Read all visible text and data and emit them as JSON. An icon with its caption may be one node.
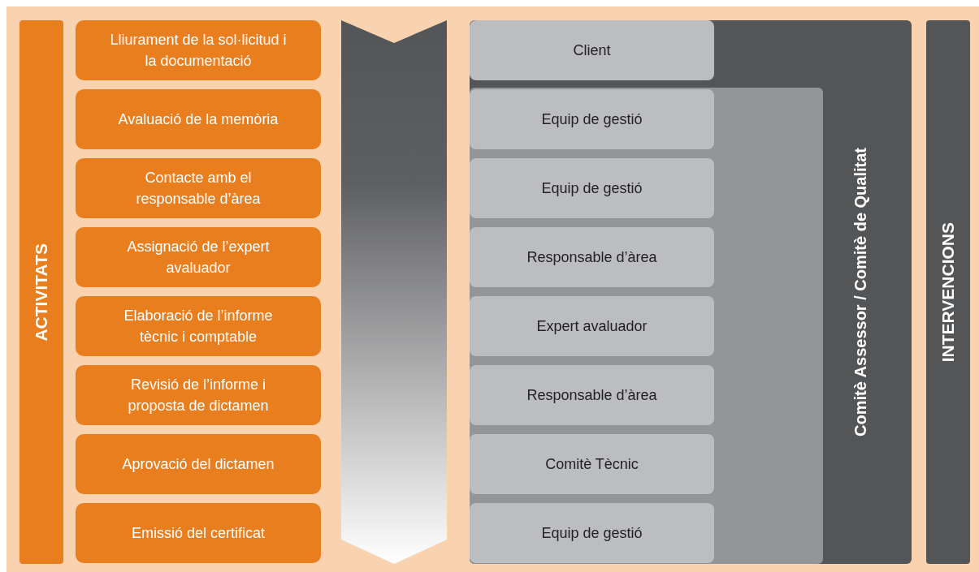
{
  "diagram": {
    "nodes": [
      {
        "text": [
          "ACTIVITATS"
        ]
      },
      {
        "text": [
          "Lliurament de la sol·licitud i la documentació"
        ]
      },
      {
        "text": [
          "Avaluació de la memòria"
        ]
      },
      {
        "text": [
          "Contacte amb el responsable d’àrea"
        ]
      },
      {
        "text": [
          "Assignació de l’expert avaluador"
        ]
      },
      {
        "text": [
          "Elaboració de l’informe tècnic i comptable"
        ]
      },
      {
        "text": [
          "Revisió de l’informe i proposta de dictamen"
        ]
      },
      {
        "text": [
          "Aprovació del dictamen"
        ]
      },
      {
        "text": [
          "Emissió del certificat"
        ]
      },
      {
        "text": [
          "Comitè Assessor / Comitè de Qualitat"
        ]
      },
      {
        "text": [
          "Client"
        ],
        "in": 9
      },
      {
        "text": [],
        "shape": "box",
        "in": 9
      },
      {
        "text": [
          "Equip de gestió"
        ],
        "in": 11
      },
      {
        "text": [
          "Equip de gestió"
        ],
        "in": 11
      },
      {
        "text": [
          "Responsable d’àrea"
        ],
        "in": 11
      },
      {
        "text": [
          "Expert avaluador"
        ],
        "in": 11
      },
      {
        "text": [
          "Responsable d’àrea"
        ],
        "in": 11
      },
      {
        "text": [
          "Comitè Tècnic"
        ],
        "in": 11
      },
      {
        "text": [
          "Equip de gestió"
        ],
        "in": 11
      },
      {
        "text": [
          "INTERVENCIONS"
        ]
      }
    ],
    "edges": []
  }
}
